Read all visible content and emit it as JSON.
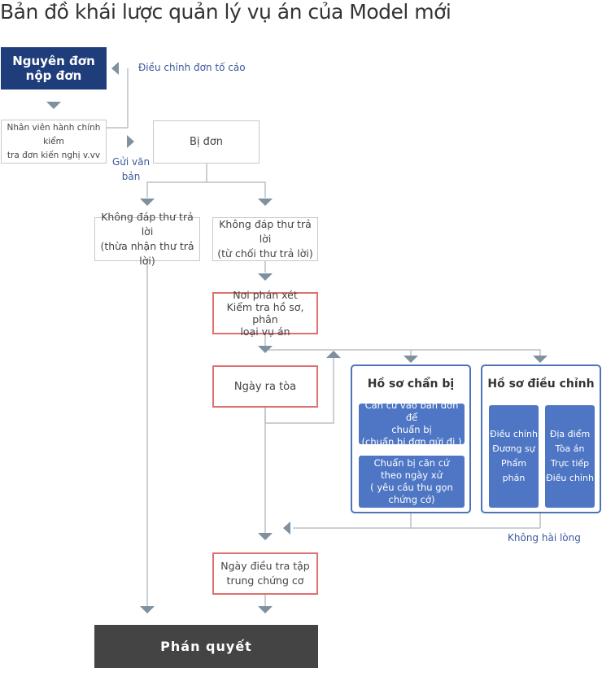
{
  "title": "Bản đồ khái lược quản lý vụ án của  Model mới",
  "nodes": {
    "plaintiff": "Nguyên đơn\nnộp đơn",
    "clerk": "Nhân viên hành chính kiểm\ntra đơn kiến nghị v.vv",
    "defendant": "Bị đơn",
    "no_reply_admit": "Không đáp thư trả lời\n(thừa nhận thư trả lời)",
    "no_reply_deny": "Không đáp thư trả lời\n(từ chối thư trả lời)",
    "judge": "Nơi phán xét\nKiểm tra hồ sơ, phân\nloại vụ án",
    "court_day": "Ngày ra tòa",
    "investigation_day": "Ngày điều tra tập\ntrung chứng cơ",
    "verdict": "Phán quyết"
  },
  "panels": {
    "prep": {
      "title": "Hồ sơ chẩn bị",
      "item1": "Căn cứ vào bản đơn để\nchuẩn bị\n(chuẩn bị đơn gửi đi )",
      "item2": "Chuẩn bị căn cứ\ntheo ngày xử\n( yêu cầu thu gọn\nchứng cớ)"
    },
    "adjust": {
      "title": "Hồ sơ điều chỉnh",
      "item1": "Điều chỉnh\nĐương sự\nPhẩm phán",
      "item2": "Địa điểm\nTòa án\nTrực tiếp\nĐiều chỉnh"
    }
  },
  "labels": {
    "adjust_complaint": "Điều chỉnh đơn tố cáo",
    "send_document": "Gửi văn\nbản",
    "not_satisfied": "Không hài lòng"
  },
  "colors": {
    "navy": "#1f3d7a",
    "red_border": "#e07070",
    "panel_blue": "#4e73b8",
    "arrow_gray": "#7f909e",
    "line_gray": "#b9c0c6",
    "dark": "#444444"
  }
}
